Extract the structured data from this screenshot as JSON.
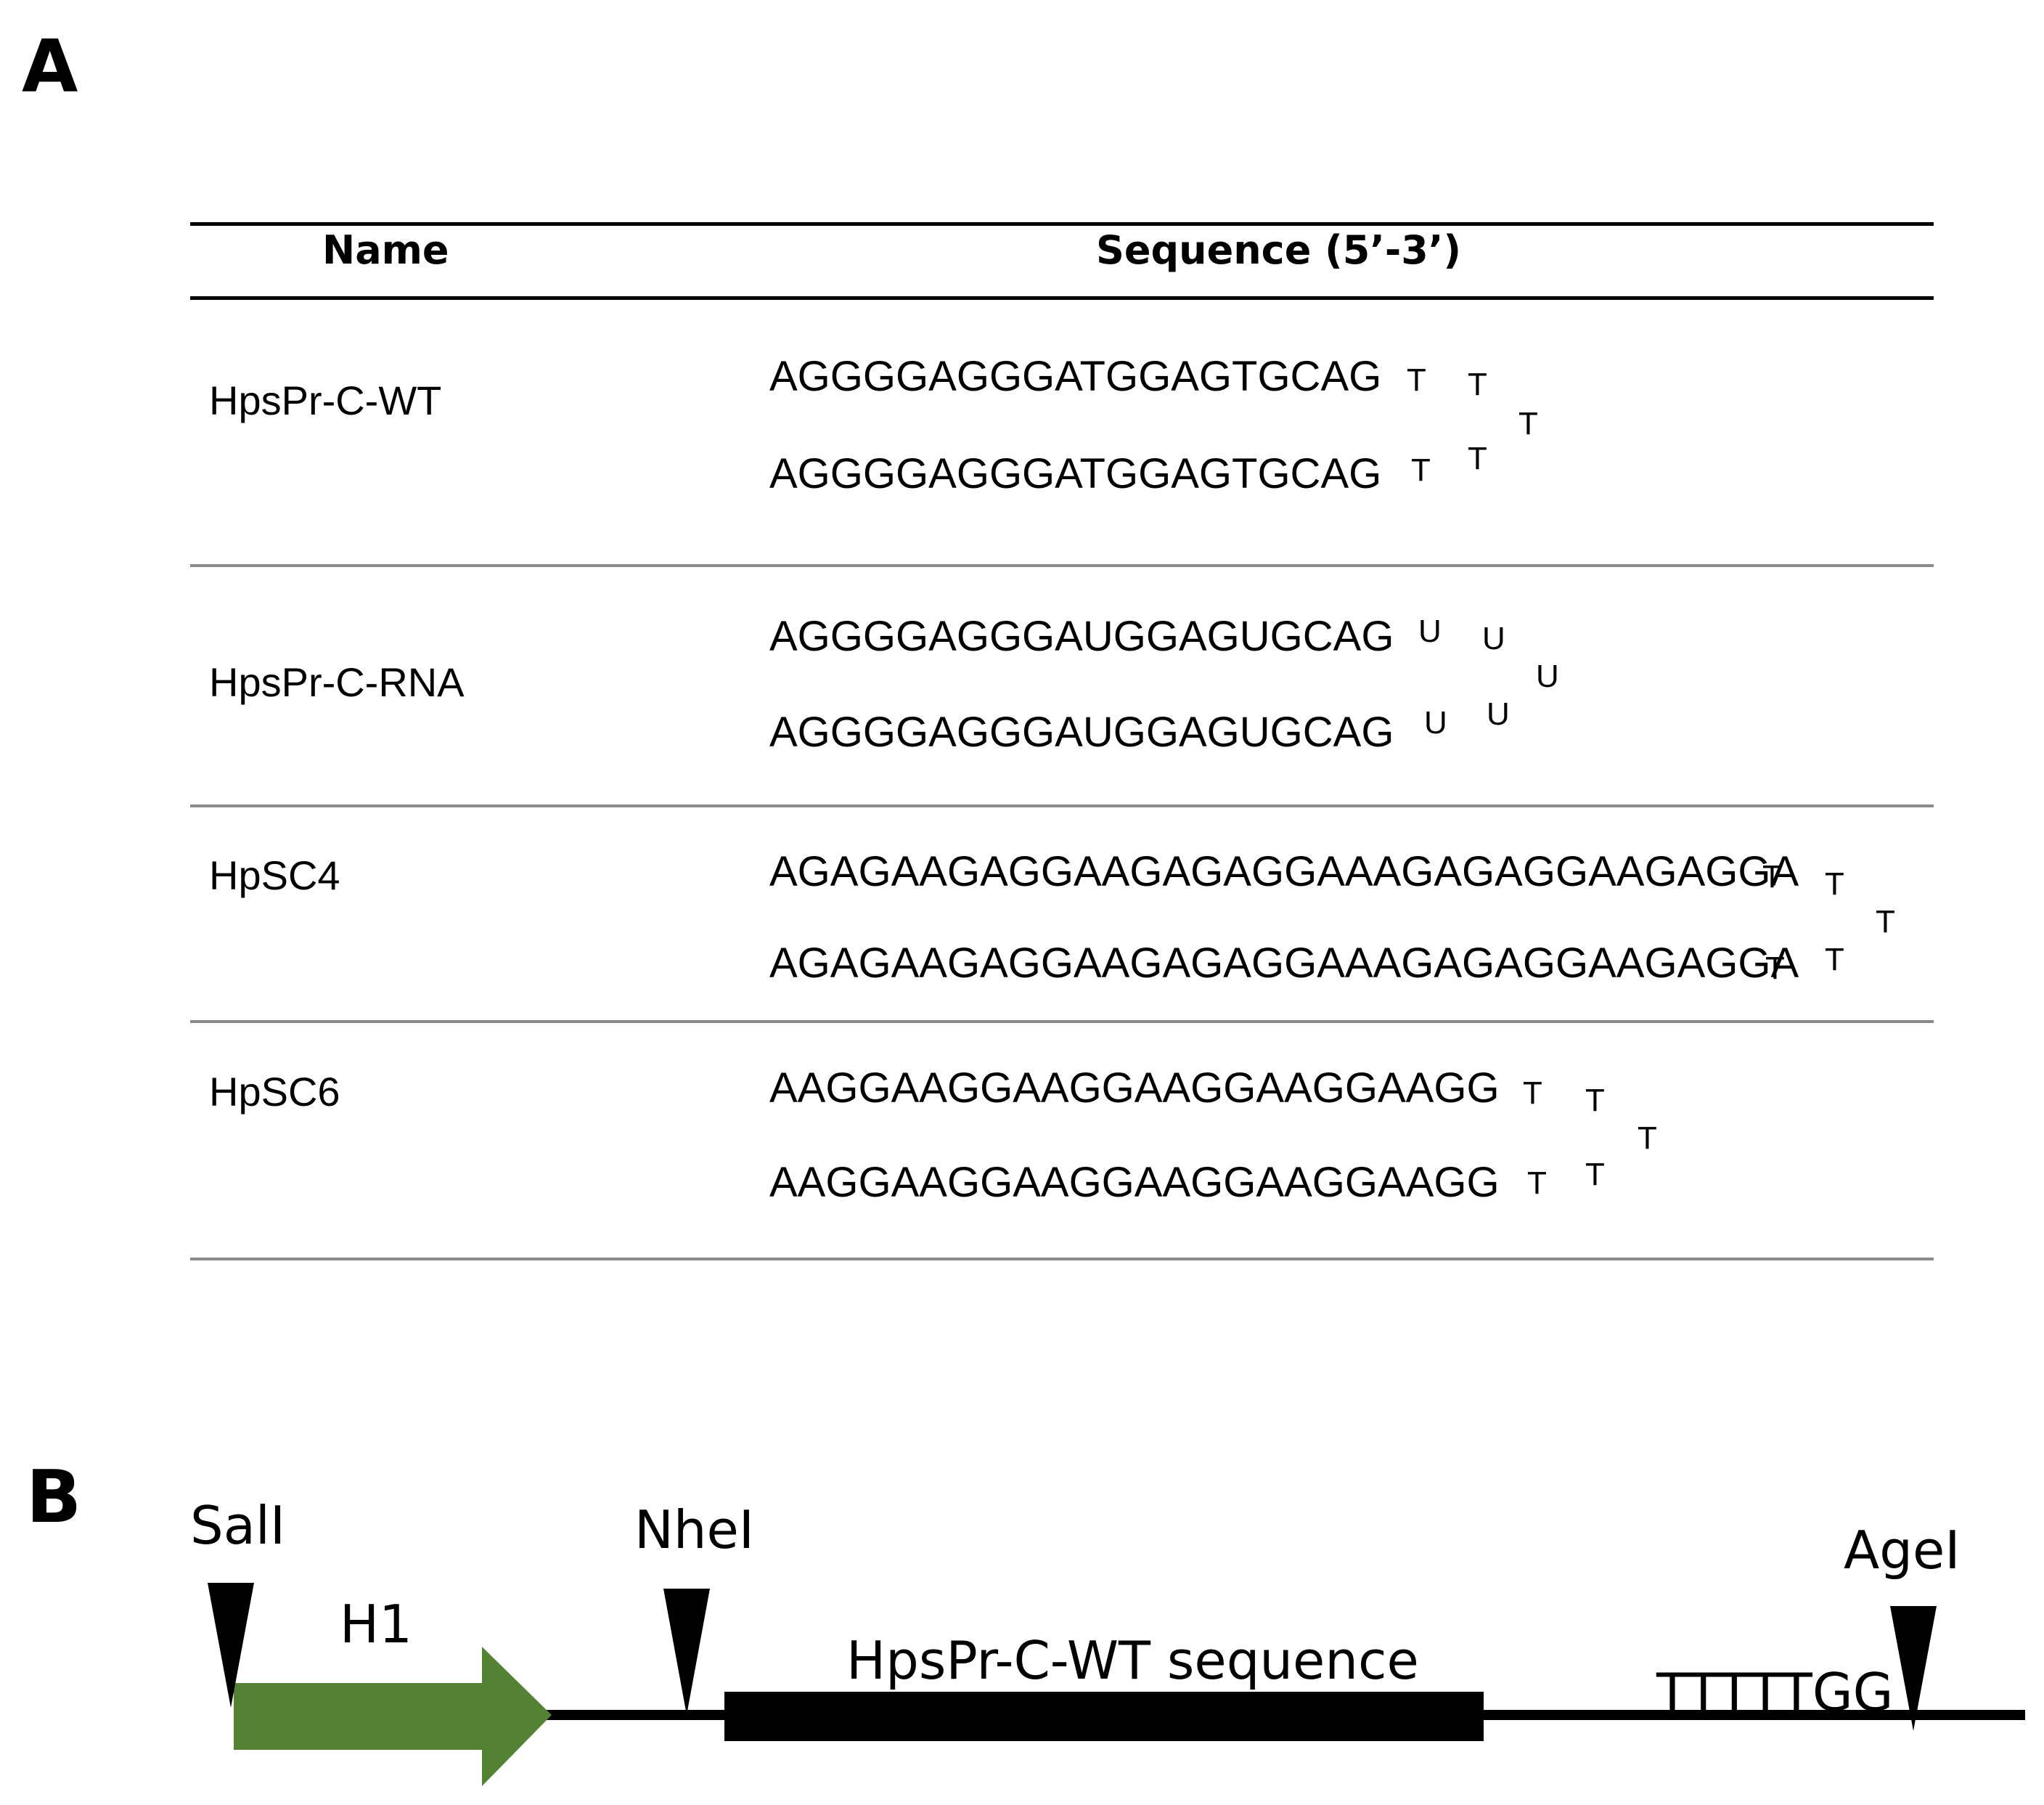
{
  "panel_a": {
    "label": "A",
    "headers": {
      "name": "Name",
      "sequence": "Sequence (5’-3’)"
    },
    "rows": [
      {
        "name": "HpsPr-C-WT",
        "strand_top": "AGGGGAGGGATGGAGTGCAG",
        "strand_bottom": "AGGGGAGGGATGGAGTGCAG",
        "loop": [
          "T",
          "T",
          "T",
          "T",
          "T"
        ]
      },
      {
        "name": "HpsPr-C-RNA",
        "strand_top": "AGGGGAGGGAUGGAGUGCAG",
        "strand_bottom": "AGGGGAGGGAUGGAGUGCAG",
        "loop": [
          "U",
          "U",
          "U",
          "U",
          "U"
        ]
      },
      {
        "name": "HpSC4",
        "strand_top": "AGAGAAGAGGAAGAGAGGAAAGAGAGGAAGAGGA",
        "strand_bottom": "AGAGAAGAGGAAGAGAGGAAAGAGAGGAAGAGGA",
        "loop": [
          "T",
          "T",
          "T",
          "T",
          "T"
        ]
      },
      {
        "name": "HpSC6",
        "strand_top": "AAGGAAGGAAGGAAGGAAGGAAGG",
        "strand_bottom": "AAGGAAGGAAGGAAGGAAGGAAGG",
        "loop": [
          "T",
          "T",
          "T",
          "T",
          "T"
        ]
      }
    ]
  },
  "panel_b": {
    "label": "B",
    "sites": [
      "SalI",
      "NheI",
      "AgeI"
    ],
    "promoter_label": "H1",
    "insert_label": "HpsPr-C-WT  sequence",
    "terminator_label": "TTTTTGG",
    "colors": {
      "promoter": "#548235",
      "insert": "#000000",
      "backbone": "#000000"
    }
  }
}
